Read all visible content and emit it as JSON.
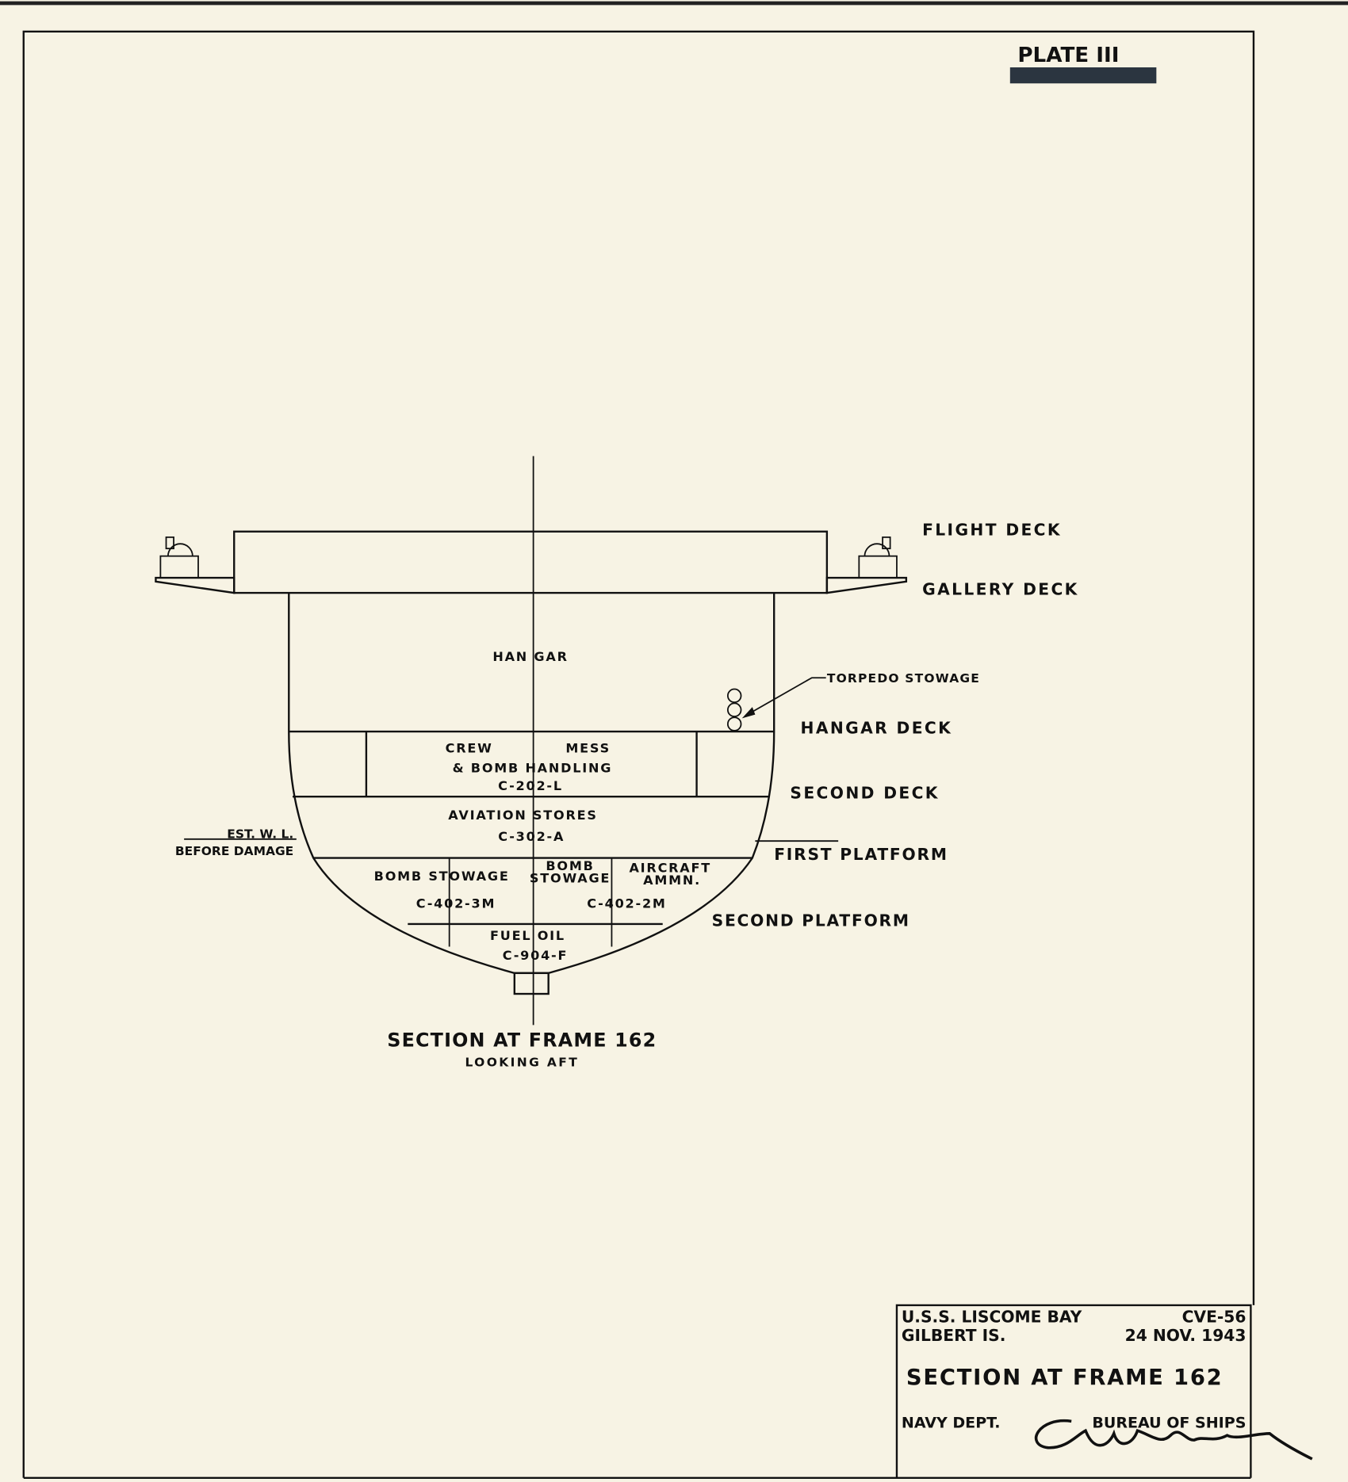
{
  "plate": {
    "label": "PLATE III"
  },
  "decks": {
    "flight_deck": "FLIGHT DECK",
    "gallery_deck": "GALLERY DECK",
    "hangar_deck": "HANGAR DECK",
    "second_deck": "SECOND DECK",
    "first_platform": "FIRST PLATFORM",
    "second_platform": "SECOND PLATFORM"
  },
  "annotations": {
    "torpedo": "TORPEDO STOWAGE",
    "waterline_1": "EST. W. L.",
    "waterline_2": "BEFORE DAMAGE"
  },
  "compartments": {
    "hangar": "HAN GAR",
    "crew_1a": "CREW",
    "crew_1b": "MESS",
    "crew_2": "& BOMB  HANDLING",
    "crew_code": "C-202-L",
    "aviation": "AVIATION    STORES",
    "aviation_code": "C-302-A",
    "bomb_stowage_left": "BOMB  STOWAGE",
    "bomb_left_code": "C-402-3M",
    "bomb_center_1": "BOMB",
    "bomb_center_2": "STOWAGE",
    "aircraft_1": "AIRCRAFT",
    "aircraft_2": "AMMN.",
    "bomb_right_code": "C-402-2M",
    "fuel": "FUEL OIL",
    "fuel_code": "C-904-F"
  },
  "caption": {
    "title": "SECTION AT FRAME 162",
    "subtitle": "LOOKING AFT"
  },
  "title_block": {
    "ship": "U.S.S. LISCOME BAY",
    "hull_number": "CVE-56",
    "location": "GILBERT IS.",
    "date": "24 NOV. 1943",
    "title": "SECTION AT FRAME 162",
    "dept": "NAVY DEPT.",
    "bureau": "BUREAU OF SHIPS",
    "signature": "C. D. Wheelock"
  }
}
